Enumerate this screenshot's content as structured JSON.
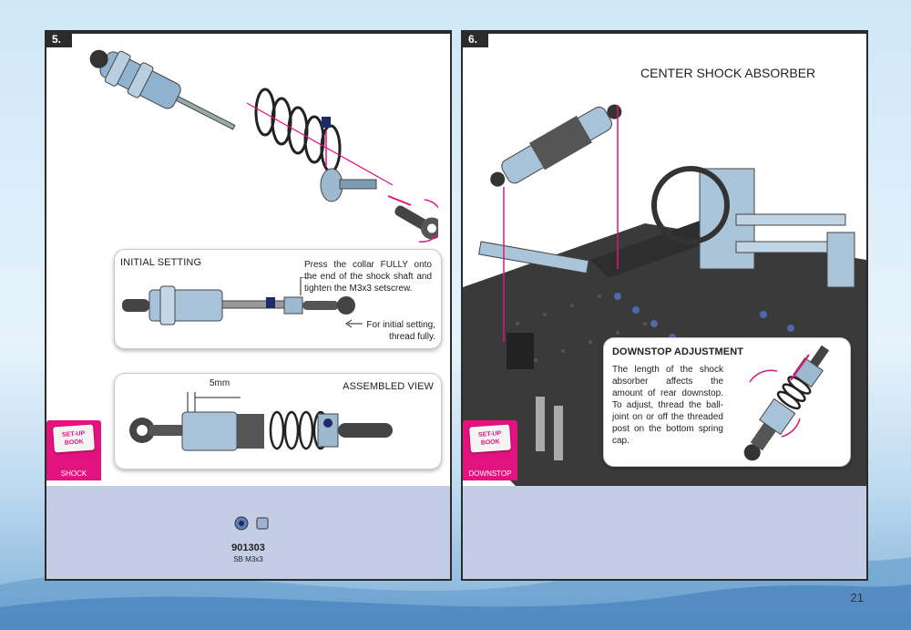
{
  "page_number": "21",
  "steps": [
    {
      "number": "5.",
      "initial_setting": {
        "title": "INITIAL SETTING",
        "instruction": "Press the collar FULLY onto the end of the shock shaft and tighten the M3x3 setscrew.",
        "note": "For initial setting, thread fully."
      },
      "assembled_view": {
        "title": "ASSEMBLED VIEW",
        "dimension": "5mm"
      },
      "badge": {
        "book_text": "SET-UP BOOK",
        "caption": "SHOCK"
      },
      "parts": [
        {
          "code": "901303",
          "desc": "SB M3x3"
        }
      ]
    },
    {
      "number": "6.",
      "title": "CENTER SHOCK ABSORBER",
      "downstop": {
        "title": "DOWNSTOP ADJUSTMENT",
        "text": "The length of the shock absorber affects the amount of rear downstop. To adjust, thread the ball-joint on or off the threaded post on the bottom spring cap."
      },
      "badge": {
        "book_text": "SET-UP BOOK",
        "caption": "DOWNSTOP"
      }
    }
  ],
  "colors": {
    "accent": "#e2127e",
    "parts_bar": "#c3cde6",
    "frame": "#2b2b2b"
  }
}
